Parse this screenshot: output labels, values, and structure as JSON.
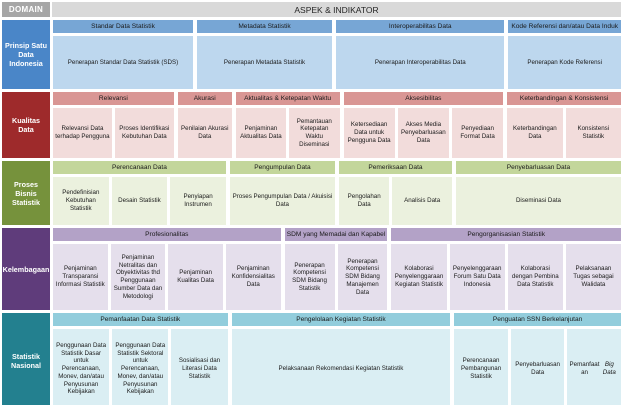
{
  "header": {
    "domain_label": "DOMAIN",
    "aspect_label": "ASPEK & INDIKATOR"
  },
  "colors": {
    "header_domain_bg": "#a6a6a6",
    "header_aspect_bg": "#d9d9d9",
    "row1_domain": "#4a86c8",
    "row1_aspect": "#77a6d5",
    "row1_indicator": "#bdd7ee",
    "row2_domain": "#9e2a2b",
    "row2_aspect": "#d99694",
    "row2_indicator": "#f2dcdb",
    "row3_domain": "#76923c",
    "row3_aspect": "#c3d69b",
    "row3_indicator": "#ebf1de",
    "row4_domain": "#5f3c7b",
    "row4_aspect": "#b3a2c7",
    "row4_indicator": "#e5dfec",
    "row5_domain": "#23808f",
    "row5_aspect": "#92cddc",
    "row5_indicator": "#daeef3"
  },
  "rows": [
    {
      "domain": "Prinsip Satu Data Indonesia",
      "domain_bg": "#4a86c8",
      "aspect_bg": "#77a6d5",
      "indicator_bg": "#bdd7ee",
      "groups": [
        {
          "aspect": "Standar Data Statistik",
          "flex": 143,
          "indicators": [
            {
              "label": "Penerapan Standar Data Statistik (SDS)",
              "flex": 1
            }
          ]
        },
        {
          "aspect": "Metadata Statistik",
          "flex": 138,
          "indicators": [
            {
              "label": "Penerapan Metadata Statistik",
              "flex": 1
            }
          ]
        },
        {
          "aspect": "Interoperabilitas Data",
          "flex": 172,
          "indicators": [
            {
              "label": "Penerapan Interoperabilitas Data",
              "flex": 1
            }
          ]
        },
        {
          "aspect": "Kode Referensi dan/atau Data Induk",
          "flex": 115,
          "indicators": [
            {
              "label": "Penerapan Kode Referensi",
              "flex": 1
            }
          ]
        }
      ]
    },
    {
      "domain": "Kualitas Data",
      "domain_bg": "#9e2a2b",
      "aspect_bg": "#d99694",
      "indicator_bg": "#f2dcdb",
      "groups": [
        {
          "aspect": "Relevansi",
          "flex": 121,
          "indicators": [
            {
              "label": "Relevansi Data terhadap Pengguna",
              "flex": 1
            },
            {
              "label": "Proses  Identifikasi Kebutuhan Data",
              "flex": 1
            }
          ]
        },
        {
          "aspect": "Akurasi",
          "flex": 54,
          "indicators": [
            {
              "label": "Penilaian Akurasi Data",
              "flex": 1
            }
          ]
        },
        {
          "aspect": "Aktualitas & Ketepatan Waktu",
          "flex": 104,
          "indicators": [
            {
              "label": "Penjaminan Aktualitas Data",
              "flex": 1
            },
            {
              "label": "Pemantauan Ketepatan Waktu Diseminasi",
              "flex": 1
            }
          ]
        },
        {
          "aspect": "Aksesibilitas",
          "flex": 160,
          "indicators": [
            {
              "label": "Ketersediaan Data untuk Pengguna Data",
              "flex": 1
            },
            {
              "label": "Akses Media Penyebarluasan Data",
              "flex": 1
            },
            {
              "label": "Penyediaan Format Data",
              "flex": 1
            }
          ]
        },
        {
          "aspect": "Keterbandingan & Konsistensi",
          "flex": 114,
          "indicators": [
            {
              "label": "Keterbandingan Data",
              "flex": 1
            },
            {
              "label": "Konsistensi Statistik",
              "flex": 1
            }
          ]
        }
      ]
    },
    {
      "domain": "Proses Bisnis Statistik",
      "domain_bg": "#76923c",
      "aspect_bg": "#c3d69b",
      "indicator_bg": "#ebf1de",
      "groups": [
        {
          "aspect": "Perencanaan Data",
          "flex": 176,
          "indicators": [
            {
              "label": "Pendefinisian Kebutuhan Statistik",
              "flex": 1
            },
            {
              "label": "Desain Statistik",
              "flex": 1
            },
            {
              "label": "Penyiapan Instrumen",
              "flex": 1
            }
          ]
        },
        {
          "aspect": "Pengumpulan Data",
          "flex": 107,
          "indicators": [
            {
              "label": "Proses Pengumpulan Data / Akuisisi Data",
              "flex": 1
            }
          ]
        },
        {
          "aspect": "Pemeriksaan Data",
          "flex": 115,
          "indicators": [
            {
              "label": "Pengolahan Data",
              "flex": 1
            },
            {
              "label": "Analisis Data",
              "flex": 1.2
            }
          ]
        },
        {
          "aspect": "Penyebarluasan Data",
          "flex": 168,
          "indicators": [
            {
              "label": "Diseminasi Data",
              "flex": 1
            }
          ]
        }
      ]
    },
    {
      "domain": "Kelembagaan",
      "domain_bg": "#5f3c7b",
      "aspect_bg": "#b3a2c7",
      "indicator_bg": "#e5dfec",
      "groups": [
        {
          "aspect": "Profesionalitas",
          "flex": 230,
          "indicators": [
            {
              "label": "Penjaminan Transparansi Informasi Statistik",
              "flex": 1
            },
            {
              "label": "Penjaminan Netralitas dan Obyektivitas thd Penggunaan Sumber Data dan Metodologi",
              "flex": 1
            },
            {
              "label": "Penjaminan Kualitas Data",
              "flex": 1
            },
            {
              "label": "Penjaminan Konfidensialitas Data",
              "flex": 1
            }
          ]
        },
        {
          "aspect": "SDM yang Memadai dan Kapabel",
          "flex": 104,
          "indicators": [
            {
              "label": "Penerapan Kompetensi SDM Bidang Statistik",
              "flex": 1
            },
            {
              "label": "Penerapan Kompetensi SDM Bidang Manajemen Data",
              "flex": 1
            }
          ]
        },
        {
          "aspect": "Pengorganisasian Statistik",
          "flex": 232,
          "indicators": [
            {
              "label": "Kolaborasi Penyelenggaraan Kegiatan Statistik",
              "flex": 1
            },
            {
              "label": "Penyelenggaraan Forum Satu Data Indonesia",
              "flex": 1
            },
            {
              "label": "Kolaborasi dengan Pembina Data Statistik",
              "flex": 1
            },
            {
              "label": "Pelaksanaan Tugas sebagai Walidata",
              "flex": 1
            }
          ]
        }
      ]
    },
    {
      "domain": "Statistik Nasional",
      "domain_bg": "#23808f",
      "aspect_bg": "#92cddc",
      "indicator_bg": "#daeef3",
      "groups": [
        {
          "aspect": "Pemanfaatan Data Statistik",
          "flex": 178,
          "indicators": [
            {
              "label": "Penggunaan Data Statistik Dasar untuk Perencanaan, Monev, dan/atau Penyusunan Kebijakan",
              "flex": 1
            },
            {
              "label": "Penggunaan Data Statistik Sektoral untuk Perencanaan, Monev, dan/atau Penyusunan Kebijakan",
              "flex": 1
            },
            {
              "label": "Sosialisasi dan Literasi Data Statistik",
              "flex": 1
            }
          ]
        },
        {
          "aspect": "Pengelolaan Kegiatan Statistik",
          "flex": 223,
          "indicators": [
            {
              "label": "Pelaksanaan Rekomendasi Kegiatan Statistik",
              "flex": 1
            }
          ]
        },
        {
          "aspect": "Penguatan SSN Berkelanjutan",
          "flex": 170,
          "indicators": [
            {
              "label": "Perencanaan Pembangunan Statistik",
              "flex": 1
            },
            {
              "label": "Penyebarluasan Data",
              "flex": 1
            },
            {
              "label": "Pemanfaatan Big Data",
              "flex": 1,
              "italic_tail": "Big Data",
              "prefix": "Pemanfaatan "
            }
          ]
        }
      ]
    }
  ]
}
